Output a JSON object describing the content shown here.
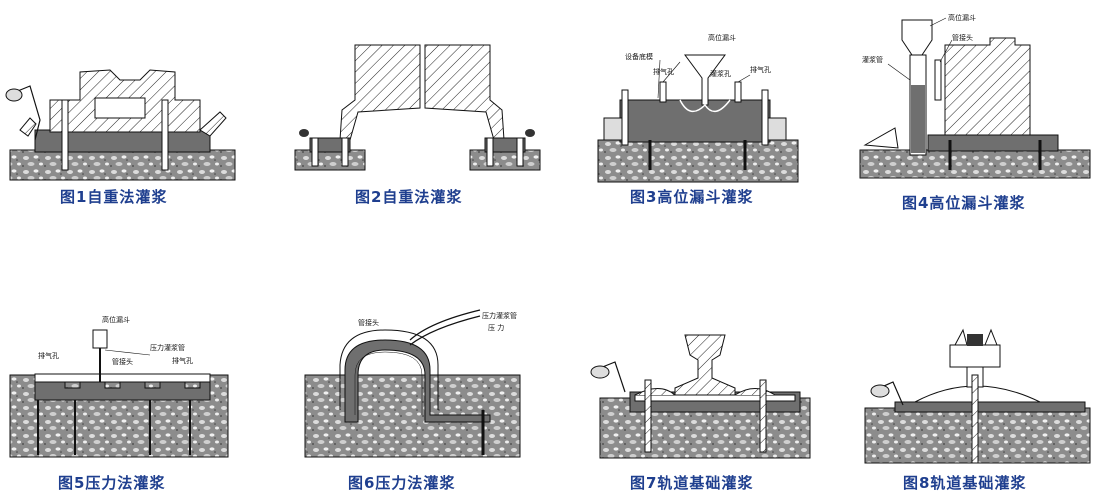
{
  "colors": {
    "caption": "#1f3f8f",
    "concrete": "#8a8a8a",
    "grout": "#6f6f6f",
    "steel": "#ffffff",
    "line": "#111111"
  },
  "figures": [
    {
      "caption": "图1自重法灌浆",
      "labels": []
    },
    {
      "caption": "图2自重法灌浆",
      "labels": []
    },
    {
      "caption": "图3高位漏斗灌浆",
      "labels": [
        "高位漏斗",
        "设备底模",
        "排气孔",
        "灌浆孔",
        "排气孔"
      ]
    },
    {
      "caption": "图4高位漏斗灌浆",
      "labels": [
        "高位漏斗",
        "管接头",
        "灌浆管"
      ]
    },
    {
      "caption": "图5压力法灌浆",
      "labels": [
        "高位漏斗",
        "排气孔",
        "压力灌浆管",
        "管接头",
        "排气孔"
      ]
    },
    {
      "caption": "图6压力法灌浆",
      "labels": [
        "管接头",
        "压力灌浆管",
        "压 力"
      ]
    },
    {
      "caption": "图7轨道基础灌浆",
      "labels": []
    },
    {
      "caption": "图8轨道基础灌浆",
      "labels": []
    }
  ]
}
